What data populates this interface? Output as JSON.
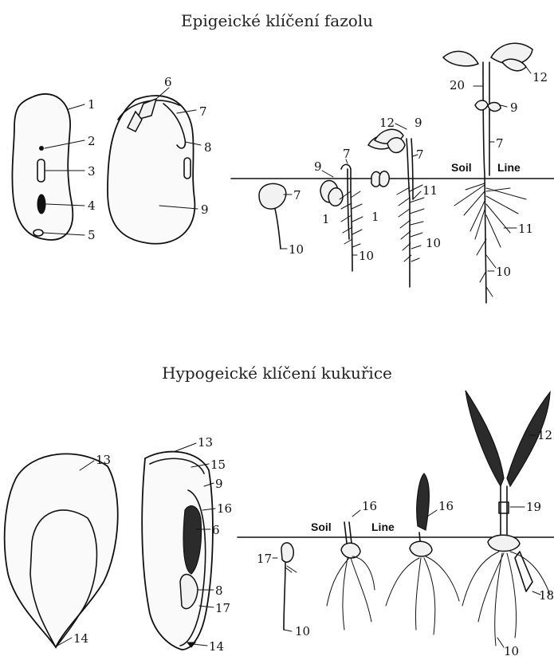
{
  "titles": {
    "top": "Epigeické klíčení fazolu",
    "bottom": "Hypogeické klíčení kukuřice"
  },
  "soil_line": {
    "soil": "Soil",
    "line": "Line"
  },
  "labels": {
    "l1": "1",
    "l2": "2",
    "l3": "3",
    "l4": "4",
    "l5": "5",
    "l6": "6",
    "l7": "7",
    "l8": "8",
    "l9": "9",
    "l10": "10",
    "l11": "11",
    "l12": "12",
    "l13": "13",
    "l14": "14",
    "l15": "15",
    "l16": "16",
    "l17": "17",
    "l18": "18",
    "l19": "19",
    "l20": "20"
  }
}
